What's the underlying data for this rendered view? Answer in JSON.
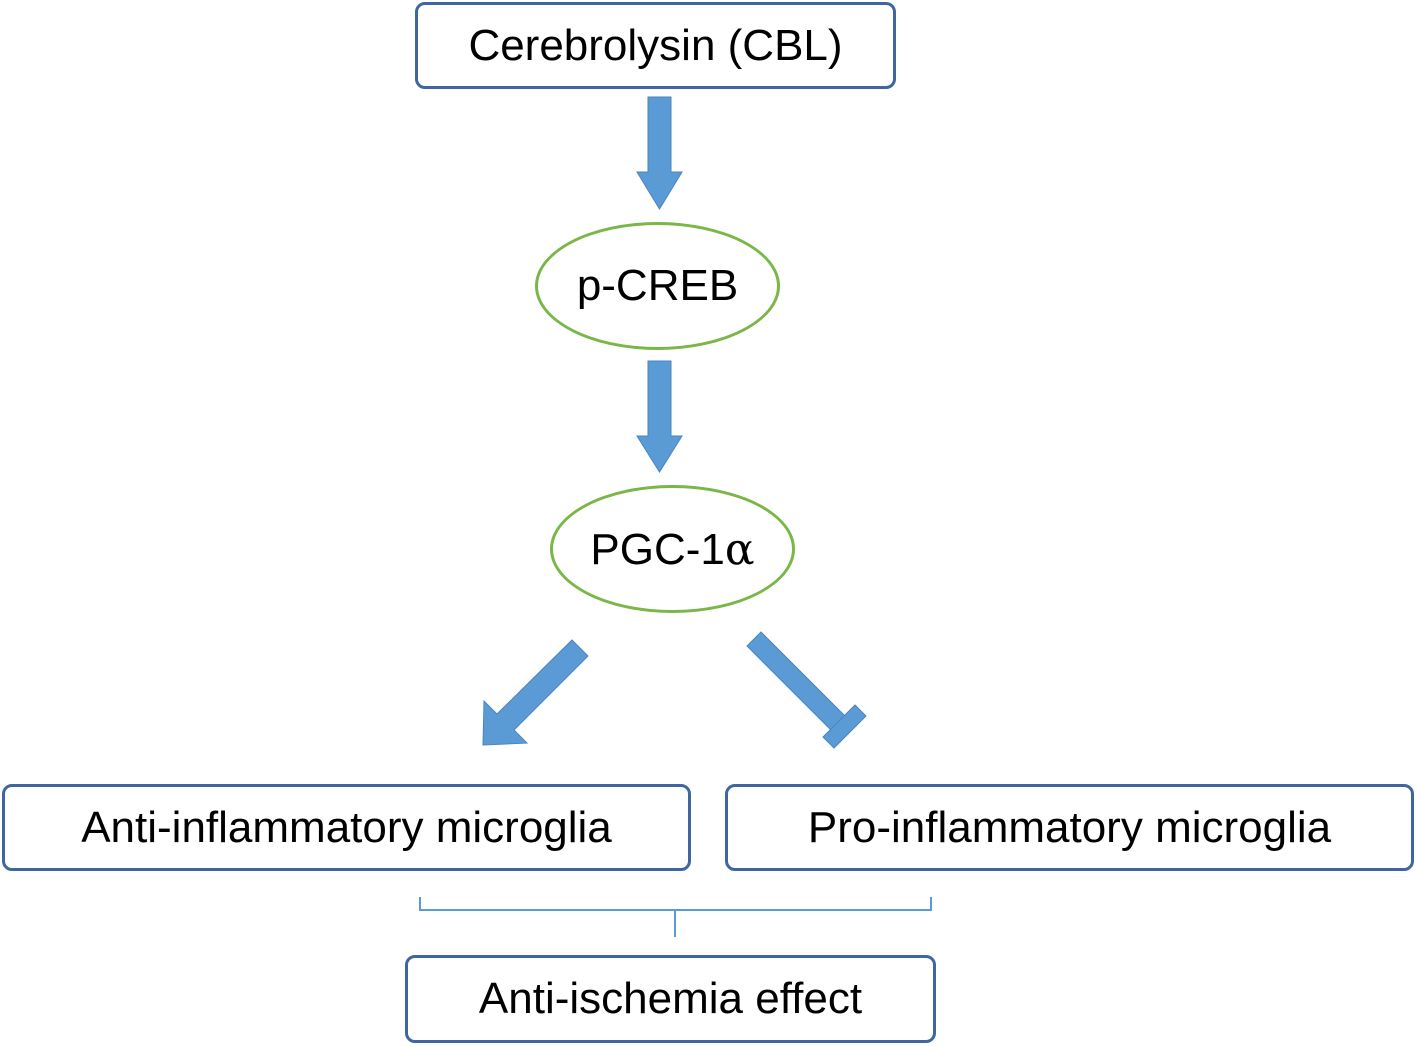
{
  "nodes": {
    "cerebrolysin": "Cerebrolysin (CBL)",
    "pcreb": "p-CREB",
    "pgc_prefix": "PGC-1",
    "pgc_greek": "α",
    "anti_microglia": "Anti-inflammatory microglia",
    "pro_microglia": "Pro-inflammatory microglia",
    "effect": "Anti-ischemia effect"
  },
  "edges": [
    {
      "from": "cerebrolysin",
      "to": "pcreb",
      "type": "activation"
    },
    {
      "from": "pcreb",
      "to": "pgc",
      "type": "activation"
    },
    {
      "from": "pgc",
      "to": "anti_microglia",
      "type": "activation"
    },
    {
      "from": "pgc",
      "to": "pro_microglia",
      "type": "inhibition"
    },
    {
      "from": [
        "anti_microglia",
        "pro_microglia"
      ],
      "to": "effect",
      "type": "bracket"
    }
  ],
  "colors": {
    "box_border": "#3f66a0",
    "ellipse_border": "#7ab648",
    "arrow": "#5b9bd5",
    "bracket": "#5b9bd5"
  }
}
